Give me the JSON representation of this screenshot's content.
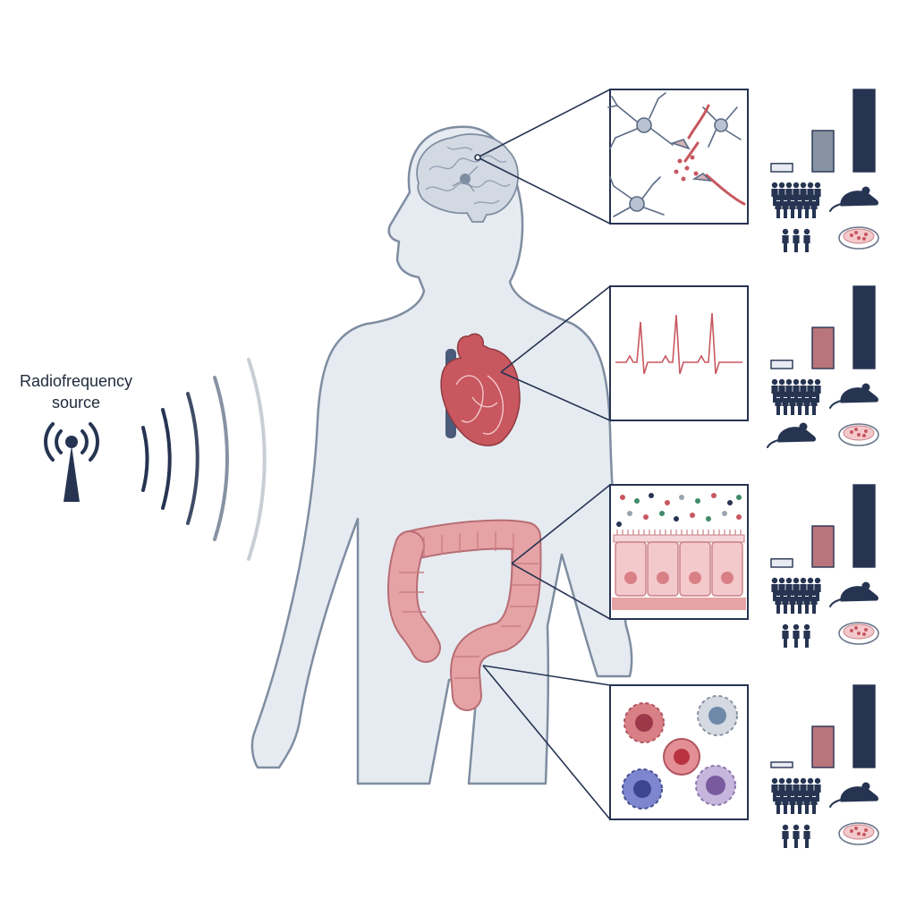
{
  "source": {
    "label_line1": "Radiofrequency",
    "label_line2": "source"
  },
  "colors": {
    "navy": "#263452",
    "slate": "#8792a3",
    "body_fill": "#e6ebf1",
    "body_stroke": "#7f8da1",
    "organ_red": "#c8575f",
    "gut_pink": "#e6a3a6",
    "wave_light": "#c9ced6"
  },
  "panels": [
    {
      "organ": "brain",
      "icon": "neurons-icon",
      "chart_data": {
        "type": "bar",
        "values": [
          0.1,
          0.5,
          1.0
        ],
        "series_colors": [
          "#e8ecf2",
          "#8792a3",
          "#263452"
        ],
        "study_icons": [
          "human-group-icon",
          "mouse-icon",
          "human-group-icon",
          "petri-dish-icon"
        ]
      }
    },
    {
      "organ": "heart",
      "icon": "ecg-icon",
      "chart_data": {
        "type": "bar",
        "values": [
          0.1,
          0.5,
          1.0
        ],
        "series_colors": [
          "#e8ecf2",
          "#b9757c",
          "#263452"
        ],
        "study_icons": [
          "human-group-icon",
          "mouse-icon",
          "mouse-icon",
          "petri-dish-icon"
        ]
      }
    },
    {
      "organ": "gut",
      "icon": "intestinal-epithelium-icon",
      "chart_data": {
        "type": "bar",
        "values": [
          0.1,
          0.5,
          1.0
        ],
        "series_colors": [
          "#e8ecf2",
          "#b9757c",
          "#263452"
        ],
        "study_icons": [
          "human-group-icon",
          "mouse-icon",
          "human-group-icon",
          "petri-dish-icon"
        ]
      }
    },
    {
      "organ": "immune",
      "icon": "immune-cells-icon",
      "chart_data": {
        "type": "bar",
        "values": [
          0.05,
          0.5,
          1.0
        ],
        "series_colors": [
          "#e8ecf2",
          "#b9757c",
          "#263452"
        ],
        "study_icons": [
          "human-group-icon",
          "mouse-icon",
          "human-group-icon",
          "petri-dish-icon"
        ]
      }
    }
  ]
}
